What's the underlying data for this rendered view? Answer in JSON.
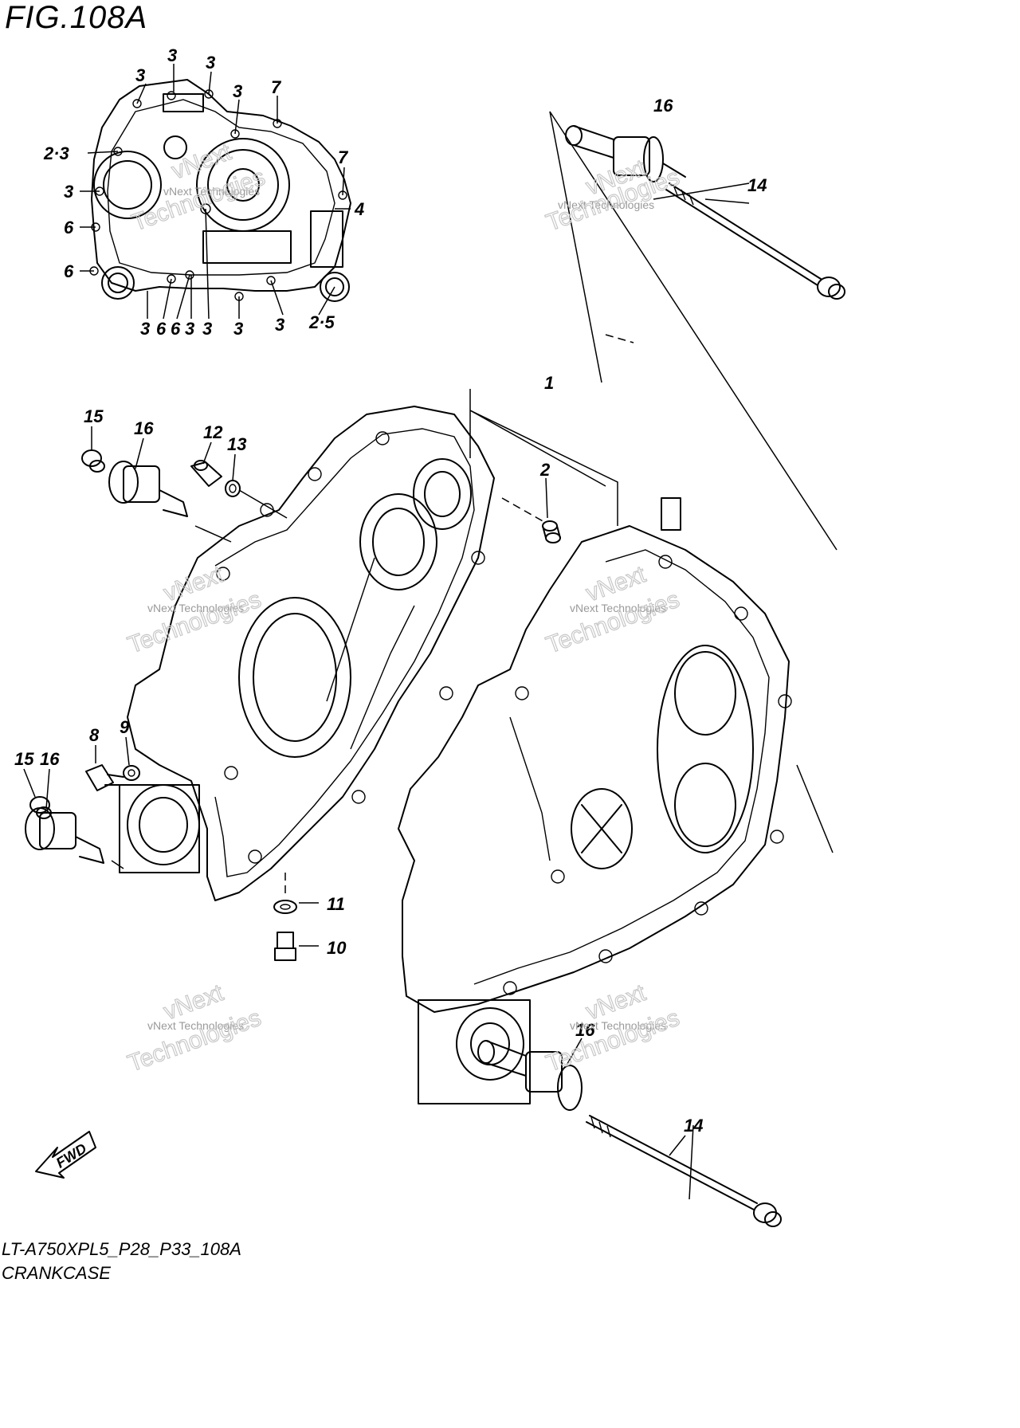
{
  "figure": {
    "title": "FIG.108A",
    "model_code": "LT-A750XPL5_P28_P33_108A",
    "section_name": "CRANKCASE",
    "fwd_label": "FWD"
  },
  "watermark": {
    "line1": "vNext Technologies",
    "line2": "vNext",
    "line3": "Technologies"
  },
  "callouts": {
    "inset": [
      "3",
      "3",
      "3",
      "3",
      "7",
      "2·3",
      "7",
      "3",
      "4",
      "6",
      "6",
      "3",
      "6",
      "6",
      "3",
      "3",
      "3",
      "2·5",
      "3"
    ],
    "main": [
      "1",
      "2",
      "15",
      "16",
      "12",
      "13",
      "8",
      "9",
      "15",
      "16",
      "11",
      "10",
      "16",
      "14",
      "16",
      "14"
    ]
  }
}
